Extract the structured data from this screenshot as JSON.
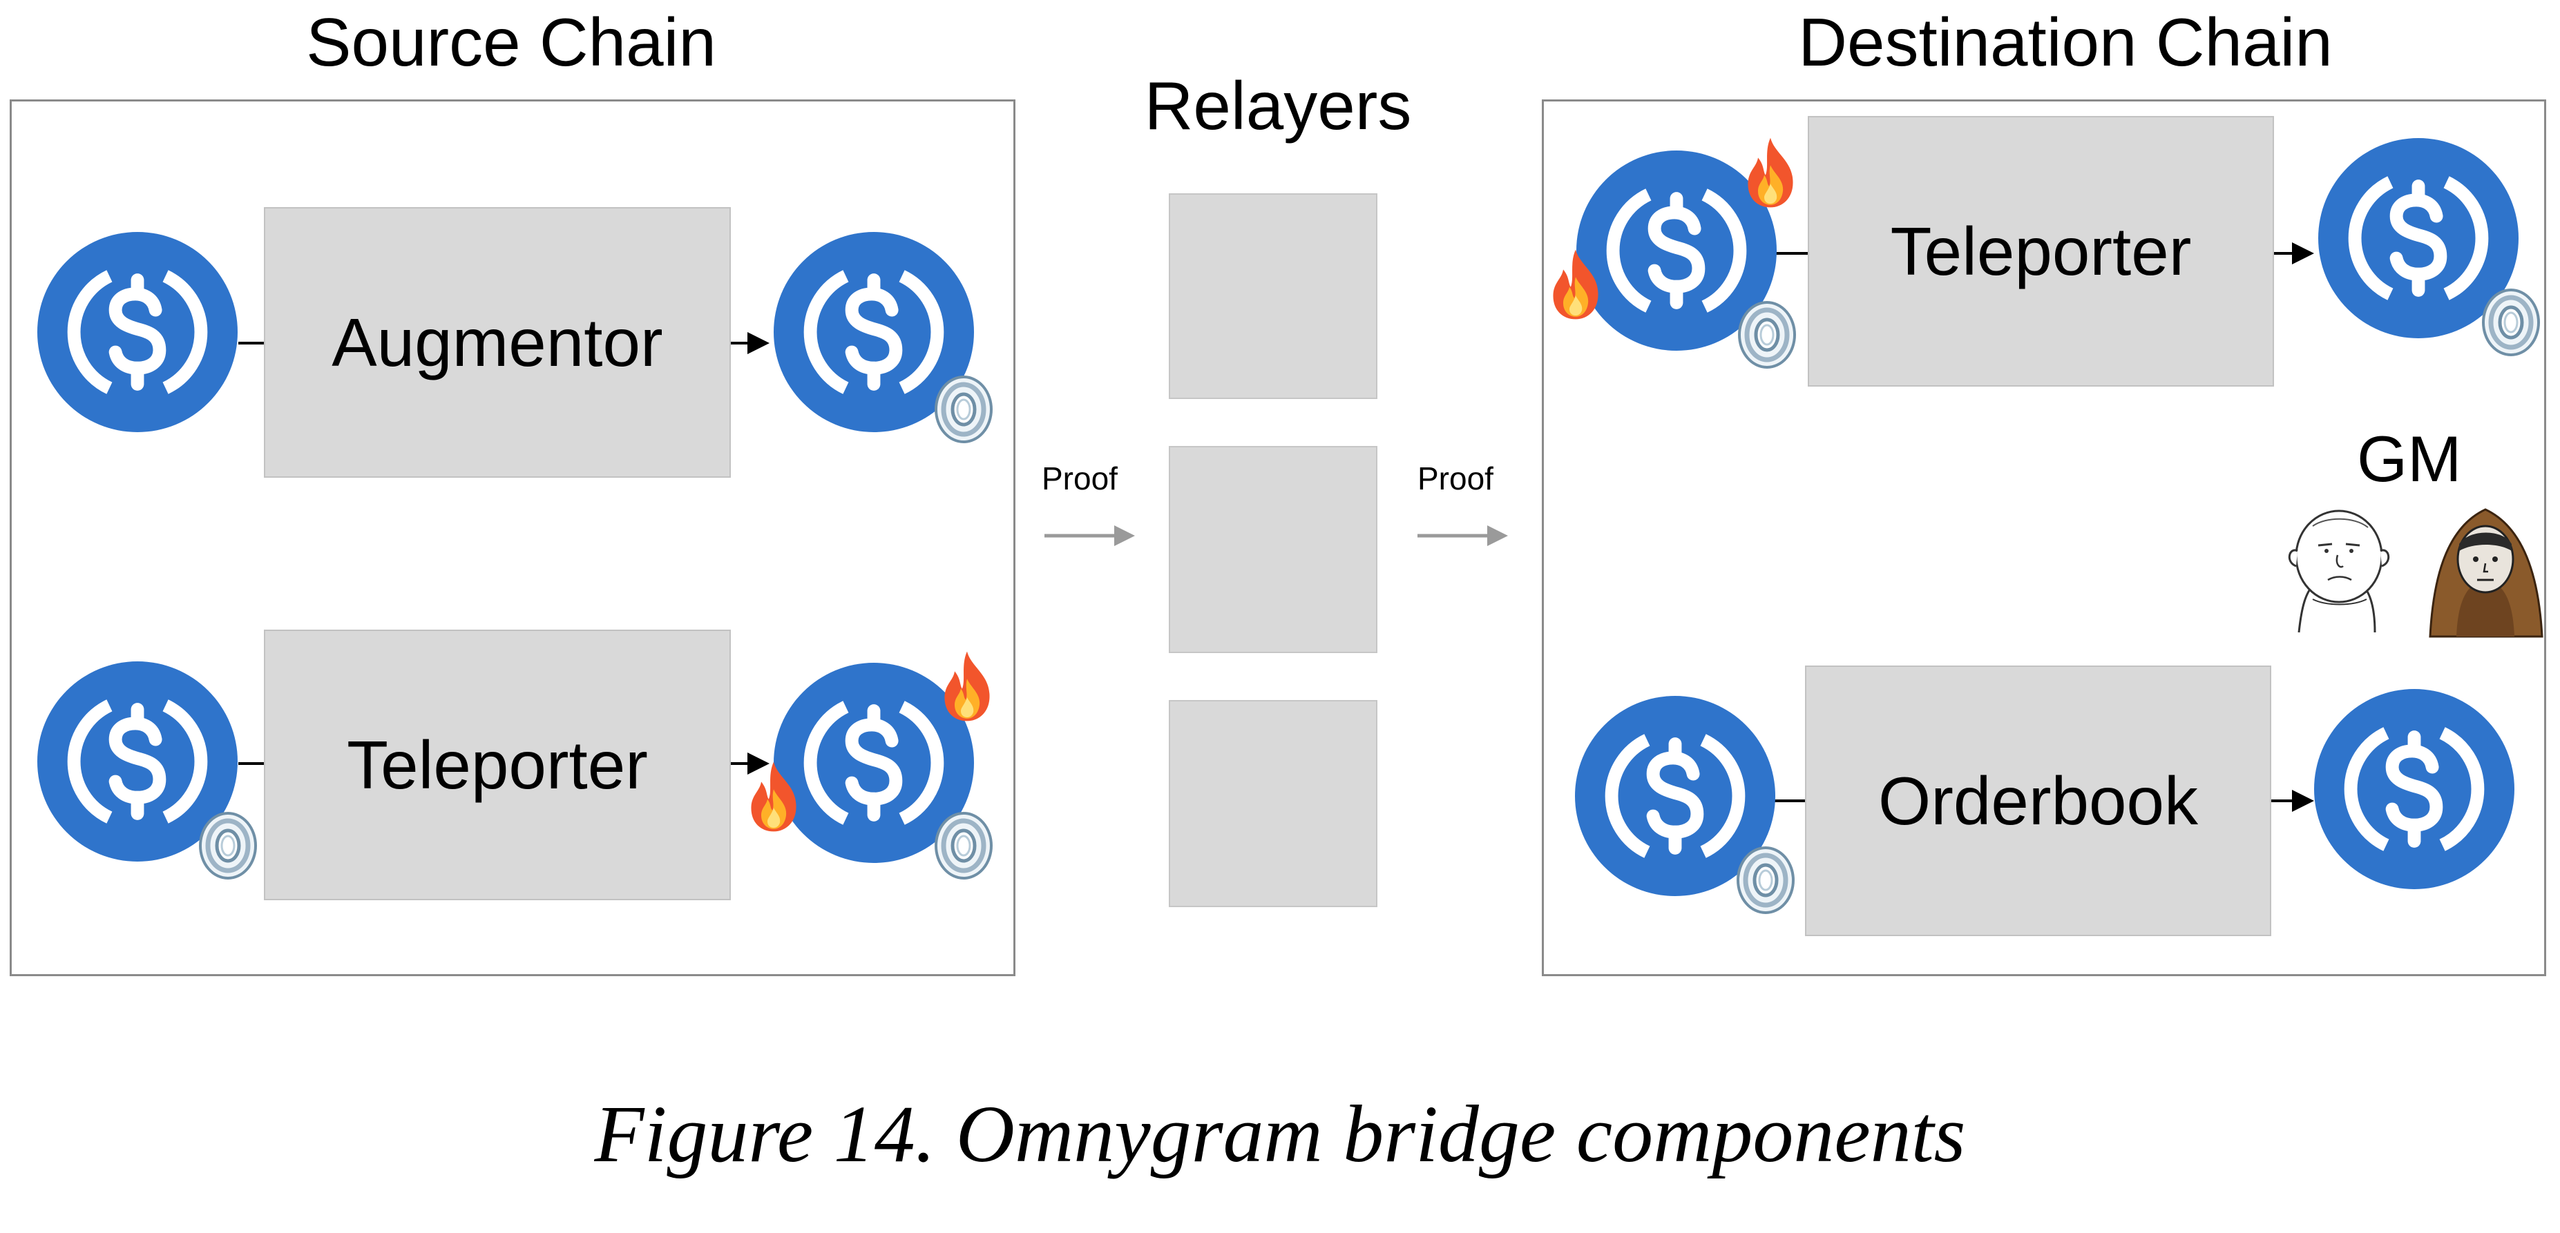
{
  "source_chain": {
    "title": "Source Chain",
    "components": [
      {
        "label": "Augmentor"
      },
      {
        "label": "Teleporter"
      }
    ]
  },
  "relayers": {
    "title": "Relayers",
    "proof_left": "Proof",
    "proof_right": "Proof"
  },
  "destination_chain": {
    "title": "Destination Chain",
    "components": [
      {
        "label": "Teleporter"
      },
      {
        "label": "Orderbook"
      }
    ],
    "gm_label": "GM"
  },
  "caption": "Figure 14. Omnygram bridge components",
  "colors": {
    "coin_blue": "#2f74cb",
    "box_grey": "#d9d9d9",
    "panel_border": "#8a8a8a"
  },
  "icons": [
    "usdc-coin-icon",
    "ring-token-icon",
    "fire-icon",
    "wojak-face-icon",
    "hooded-wojak-icon"
  ]
}
